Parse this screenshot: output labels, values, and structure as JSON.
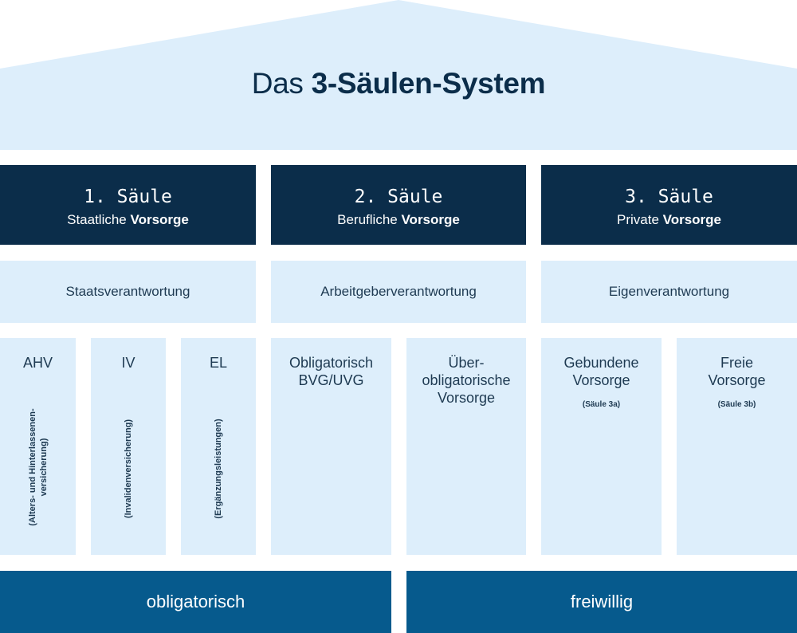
{
  "roof": {
    "title_prefix": "Das",
    "title_bold": "3-Säulen-System"
  },
  "pillars": [
    {
      "number": "1. Säule",
      "sub_prefix": "Staatliche",
      "sub_bold": "Vorsorge",
      "responsibility": "Staatsverantwortung"
    },
    {
      "number": "2. Säule",
      "sub_prefix": "Berufliche",
      "sub_bold": "Vorsorge",
      "responsibility": "Arbeitgeberverantwortung"
    },
    {
      "number": "3. Säule",
      "sub_prefix": "Private",
      "sub_bold": "Vorsorge",
      "responsibility": "Eigenverantwortung"
    }
  ],
  "columns": {
    "ahv": {
      "title": "AHV",
      "detail_line1": "(Alters- und Hinterlassenen-",
      "detail_line2": "versicherung)"
    },
    "iv": {
      "title": "IV",
      "detail": "(Invalidenversicherung)"
    },
    "el": {
      "title": "EL",
      "detail": "(Ergänzungsleistungen)"
    },
    "obligatorisch": {
      "line1": "Obligatorisch",
      "line2": "BVG/UVG"
    },
    "ueberobligatorisch": {
      "line1": "Über-",
      "line2": "obligatorische",
      "line3": "Vorsorge"
    },
    "gebunden": {
      "line1": "Gebundene",
      "line2": "Vorsorge",
      "tag": "(Säule 3a)"
    },
    "frei": {
      "line1": "Freie",
      "line2": "Vorsorge",
      "tag": "(Säule 3b)"
    }
  },
  "footer": {
    "mandatory": "obligatorisch",
    "voluntary": "freiwillig"
  },
  "colors": {
    "roof": "#ddeefb",
    "pillar_head": "#0b2d4a",
    "light_block": "#ddeefb",
    "footer": "#065a8d"
  }
}
